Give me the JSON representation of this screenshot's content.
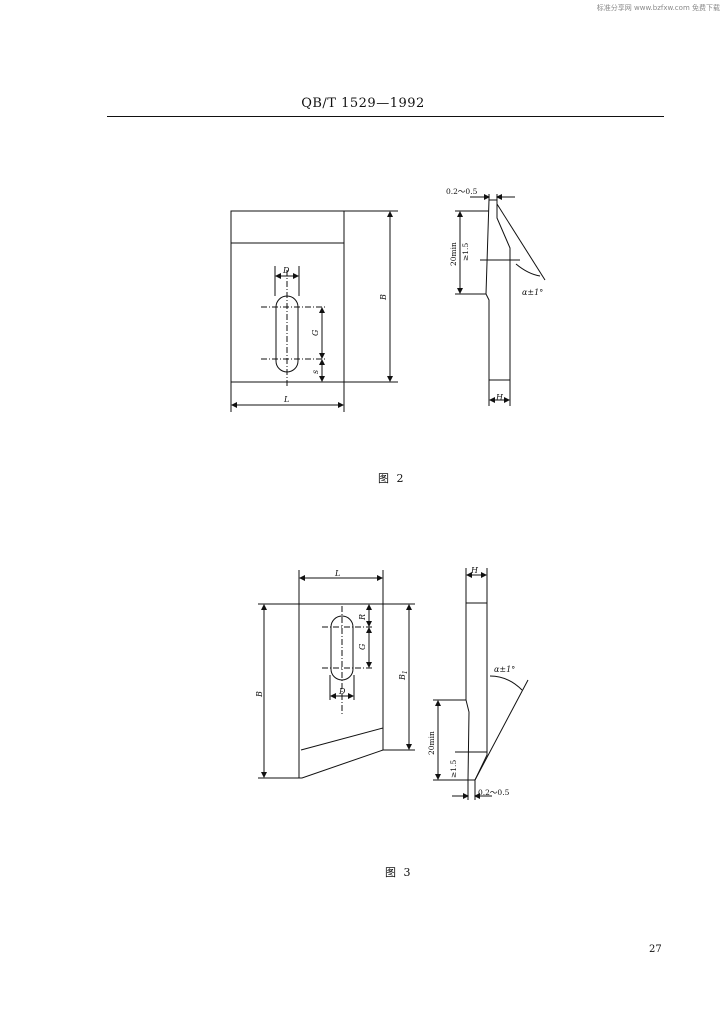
{
  "watermark": "标准分享网 www.bzfxw.com 免费下载",
  "header": {
    "standard_code": "QB/T 1529—1992"
  },
  "figure2": {
    "caption": "图 2",
    "labels": {
      "D": "D",
      "G": "G",
      "s": "s",
      "B": "B",
      "L": "L",
      "H": "H",
      "gap": "0.2～0.5",
      "min": "20min",
      "geq": "≥1.5",
      "alpha": "α±1°"
    }
  },
  "figure3": {
    "caption": "图 3",
    "labels": {
      "L": "L",
      "H": "H",
      "R": "R",
      "G": "G",
      "D": "D",
      "B": "B",
      "B1": "B",
      "B1_sub": "1",
      "alpha": "α±1°",
      "min": "20min",
      "geq": "≥1.5",
      "gap": "0.2～0.5"
    }
  },
  "page_number": "27"
}
